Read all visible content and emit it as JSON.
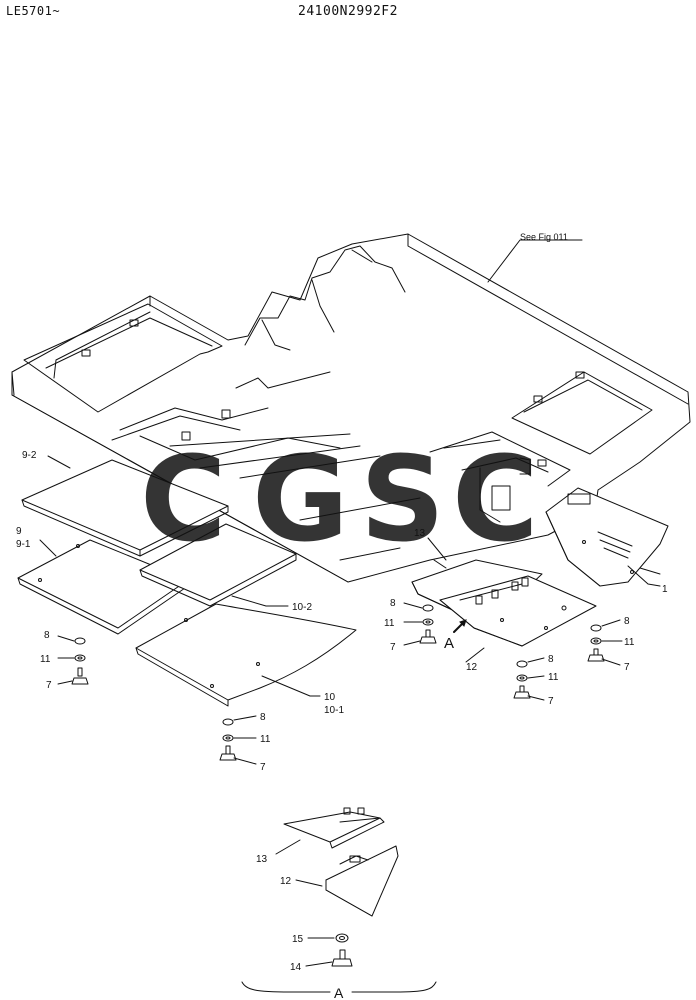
{
  "header": {
    "serial_range": "LE5701~",
    "drawing_number": "24100N2992F2"
  },
  "reference": {
    "see_fig": "See Fig 011"
  },
  "callouts": {
    "c1": "1",
    "c9_2": "9-2",
    "c9": "9",
    "c9_1": "9-1",
    "c10_2": "10-2",
    "c10": "10",
    "c10_1": "10-1",
    "c12": "12",
    "c13": "13",
    "c8a": "8",
    "c11a": "11",
    "c7a": "7",
    "c8b": "8",
    "c11b": "11",
    "c7b": "7",
    "c8c": "8",
    "c11c": "11",
    "c7c": "7",
    "c8d": "8",
    "c11d": "11",
    "c7d": "7",
    "c8e": "8",
    "c11e": "11",
    "c7e": "7",
    "view_arrow": "A",
    "detail_13": "13",
    "detail_12": "12",
    "detail_15": "15",
    "detail_14": "14",
    "detail_view": "A"
  },
  "watermark": {
    "letters": [
      "C",
      "G",
      "S",
      "C"
    ],
    "colors": [
      "#4f8ff0",
      "#f0807a",
      "#f8d868",
      "#58b078"
    ]
  }
}
